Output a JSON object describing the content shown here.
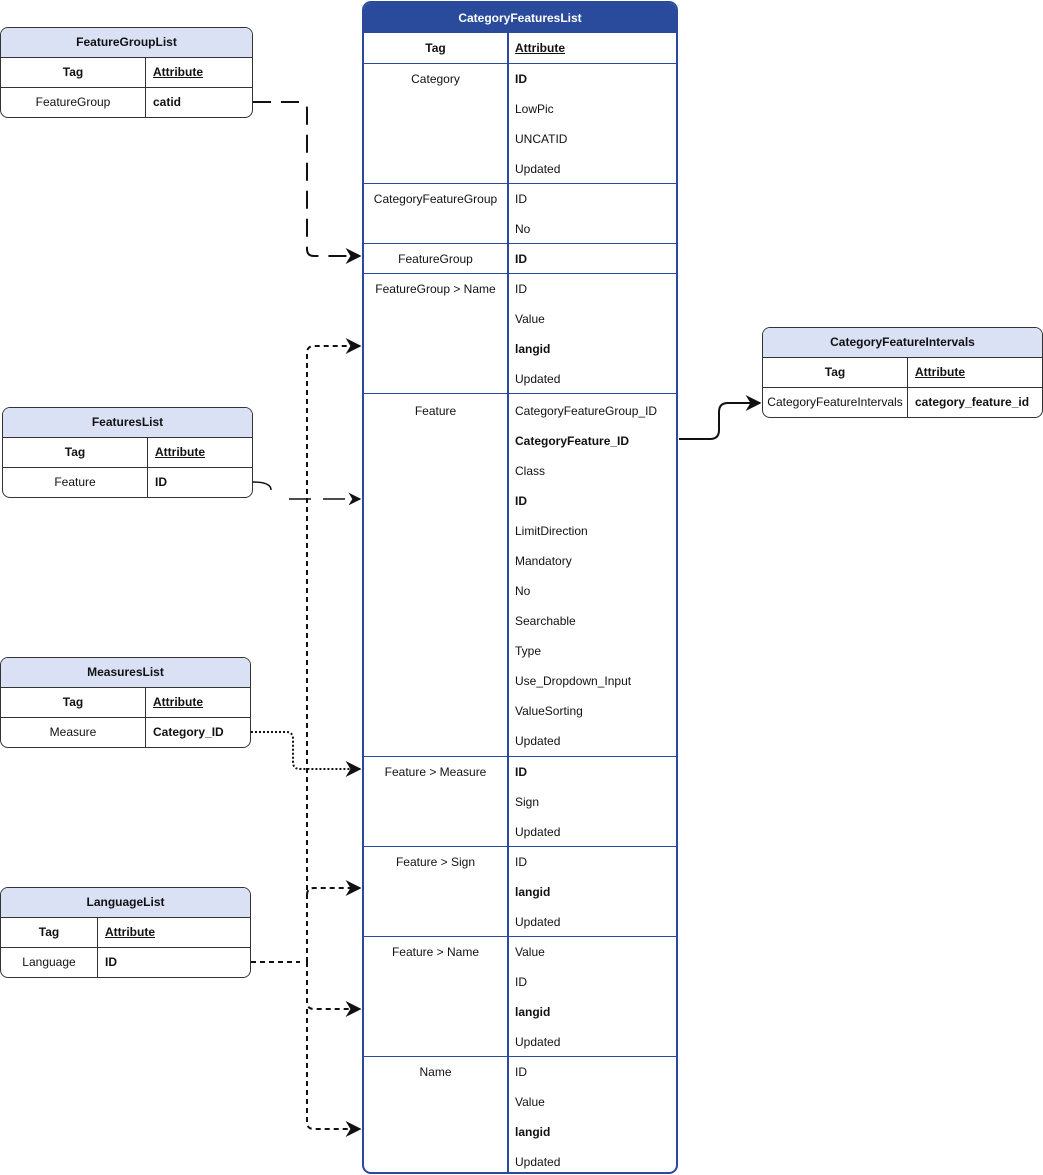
{
  "feature_group_list": {
    "title": "FeatureGroupList",
    "header": {
      "tag": "Tag",
      "attribute": "Attribute"
    },
    "rows": [
      {
        "tag": "FeatureGroup",
        "attribute": "catid"
      }
    ]
  },
  "features_list": {
    "title": "FeaturesList",
    "header": {
      "tag": "Tag",
      "attribute": "Attribute"
    },
    "rows": [
      {
        "tag": "Feature",
        "attribute": "ID"
      }
    ]
  },
  "measures_list": {
    "title": "MeasuresList",
    "header": {
      "tag": "Tag",
      "attribute": "Attribute"
    },
    "rows": [
      {
        "tag": "Measure",
        "attribute": "Category_ID"
      }
    ]
  },
  "language_list": {
    "title": "LanguageList",
    "header": {
      "tag": "Tag",
      "attribute": "Attribute"
    },
    "rows": [
      {
        "tag": "Language",
        "attribute": "ID"
      }
    ]
  },
  "category_feature_intervals": {
    "title": "CategoryFeatureIntervals",
    "header": {
      "tag": "Tag",
      "attribute": "Attribute"
    },
    "rows": [
      {
        "tag": "CategoryFeatureIntervals",
        "attribute": "category_feature_id"
      }
    ]
  },
  "category_features_list": {
    "title": "CategoryFeaturesList",
    "header": {
      "tag": "Tag",
      "attribute": "Attribute"
    },
    "groups": [
      {
        "tag": "Category",
        "attributes": [
          "ID",
          "LowPic",
          "UNCATID",
          "Updated"
        ]
      },
      {
        "tag": "CategoryFeatureGroup",
        "attributes": [
          "ID",
          "No"
        ]
      },
      {
        "tag": "FeatureGroup",
        "attributes": [
          "ID"
        ]
      },
      {
        "tag": "FeatureGroup > Name",
        "attributes": [
          "ID",
          "Value",
          "langid",
          "Updated"
        ]
      },
      {
        "tag": "Feature",
        "attributes": [
          "CategoryFeatureGroup_ID",
          "CategoryFeature_ID",
          "Class",
          "ID",
          "LimitDirection",
          "Mandatory",
          "No",
          "Searchable",
          "Type",
          "Use_Dropdown_Input",
          "ValueSorting",
          "Updated"
        ]
      },
      {
        "tag": "Feature > Measure",
        "attributes": [
          "ID",
          "Sign",
          "Updated"
        ]
      },
      {
        "tag": "Feature > Sign",
        "attributes": [
          "ID",
          "langid",
          "Updated"
        ]
      },
      {
        "tag": "Feature > Name",
        "attributes": [
          "Value",
          "ID",
          "langid",
          "Updated"
        ]
      },
      {
        "tag": "Name",
        "attributes": [
          "ID",
          "Value",
          "langid",
          "Updated"
        ]
      }
    ]
  }
}
